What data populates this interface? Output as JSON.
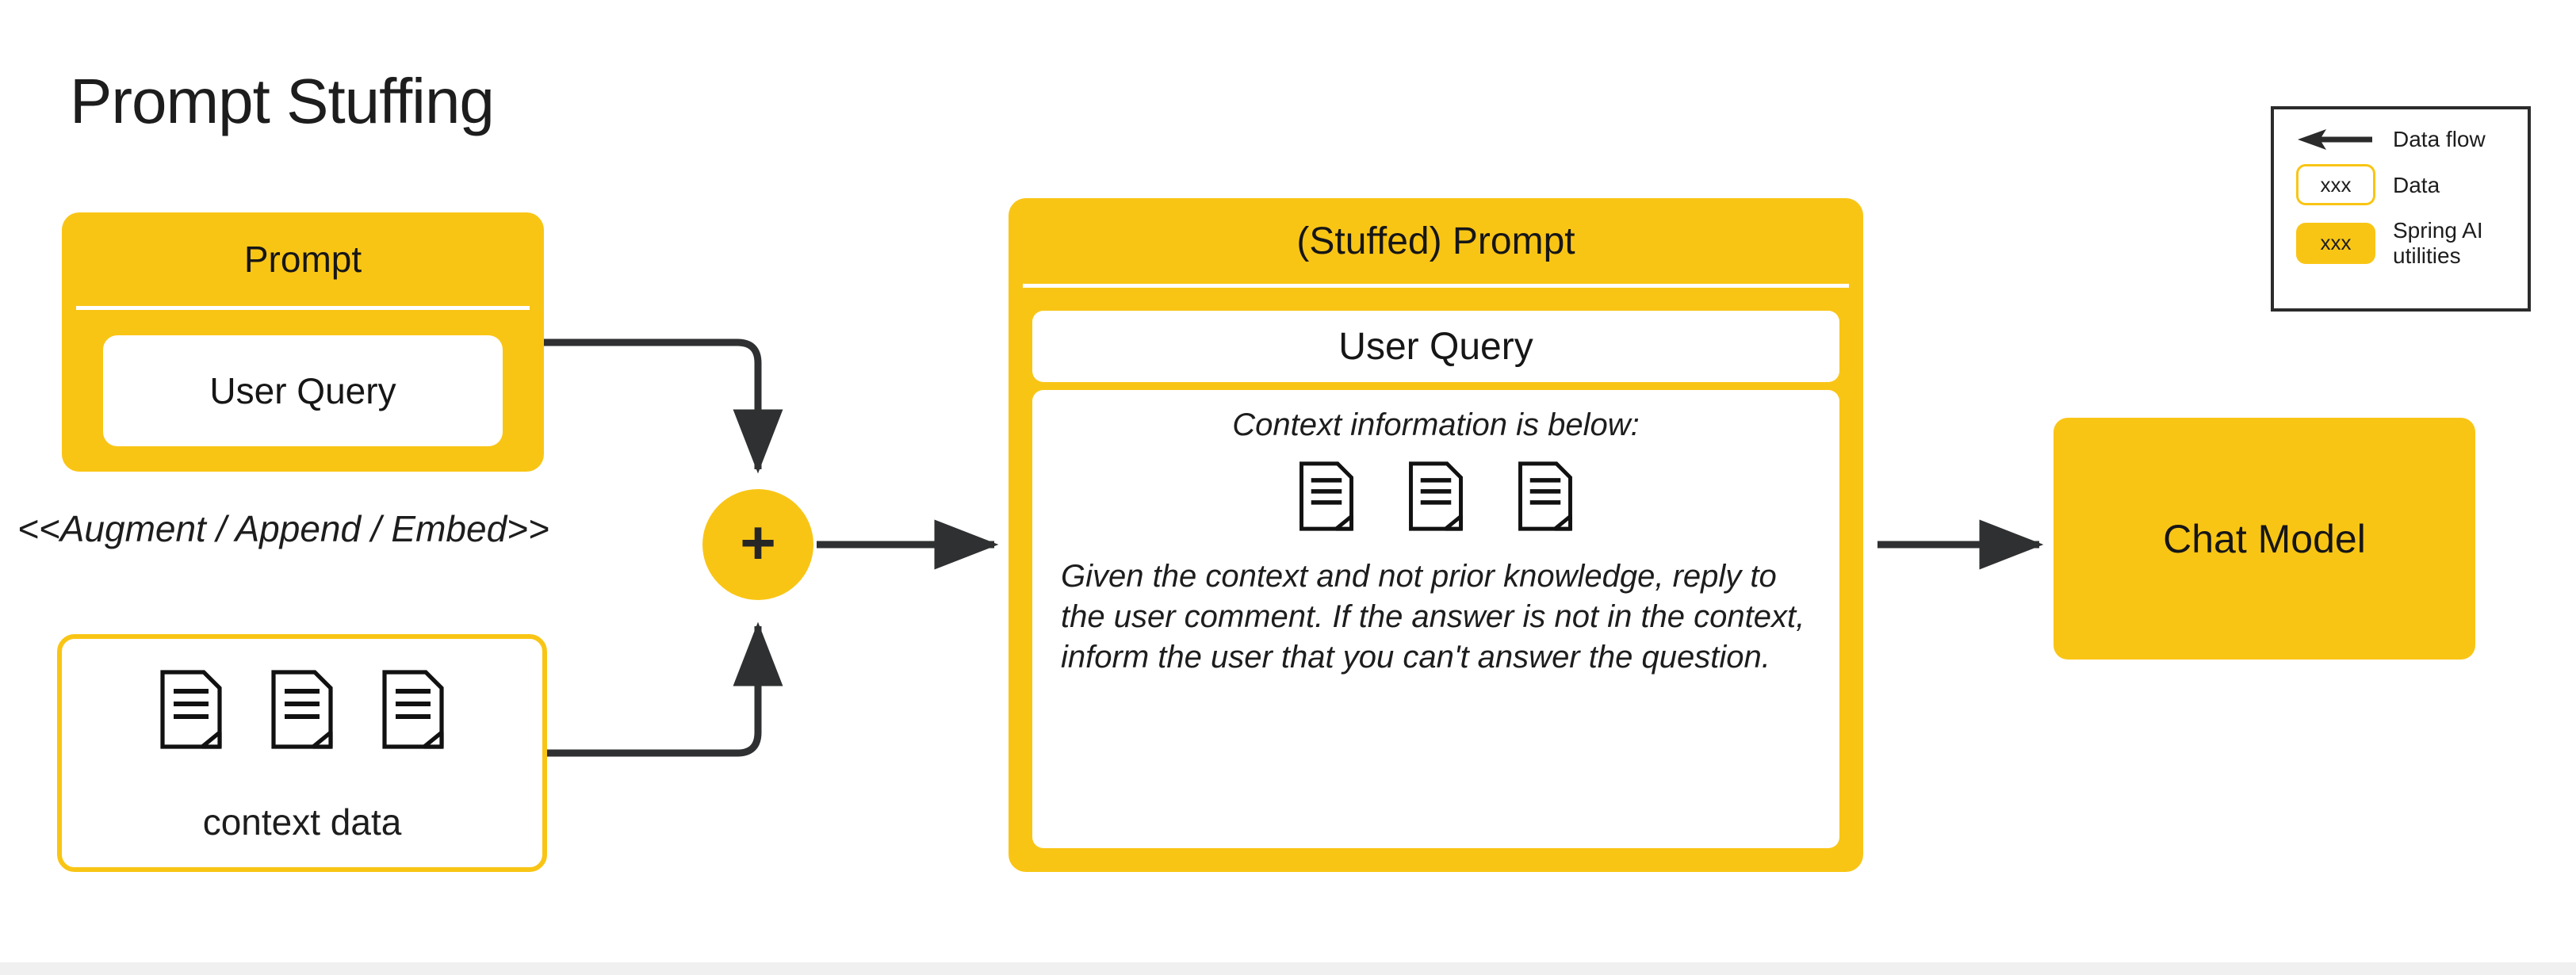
{
  "title": "Prompt Stuffing",
  "prompt_box": {
    "header": "Prompt",
    "user_query": "User Query"
  },
  "augment_caption": "<<Augment / Append / Embed>>",
  "context_data_box": {
    "label": "context data",
    "doc_count": 3,
    "doc_icon": "document-icon"
  },
  "merge_node": {
    "glyph": "+",
    "name": "plus-icon"
  },
  "stuffed_prompt_box": {
    "header": "(Stuffed) Prompt",
    "user_query": "User Query",
    "context_heading": "Context information is below:",
    "doc_count": 3,
    "doc_icon": "document-icon",
    "instruction": "Given the context and not prior knowledge, reply to the user comment. If the answer is not in the context, inform the user that you can't answer the question."
  },
  "chat_model_box": {
    "label": "Chat Model"
  },
  "legend": {
    "rows": [
      {
        "key": "arrow-left-icon",
        "chip": null,
        "text": "Data flow"
      },
      {
        "key": "chip-outline",
        "chip": "xxx",
        "text": "Data"
      },
      {
        "key": "chip-solid",
        "chip": "xxx",
        "text": "Spring AI utilities"
      }
    ]
  },
  "colors": {
    "brand_yellow": "#f9c515",
    "arrow_gray": "#2f3031",
    "text_dark": "#1d1d1d",
    "white": "#ffffff",
    "bottom_strip": "#f0f0f0"
  }
}
